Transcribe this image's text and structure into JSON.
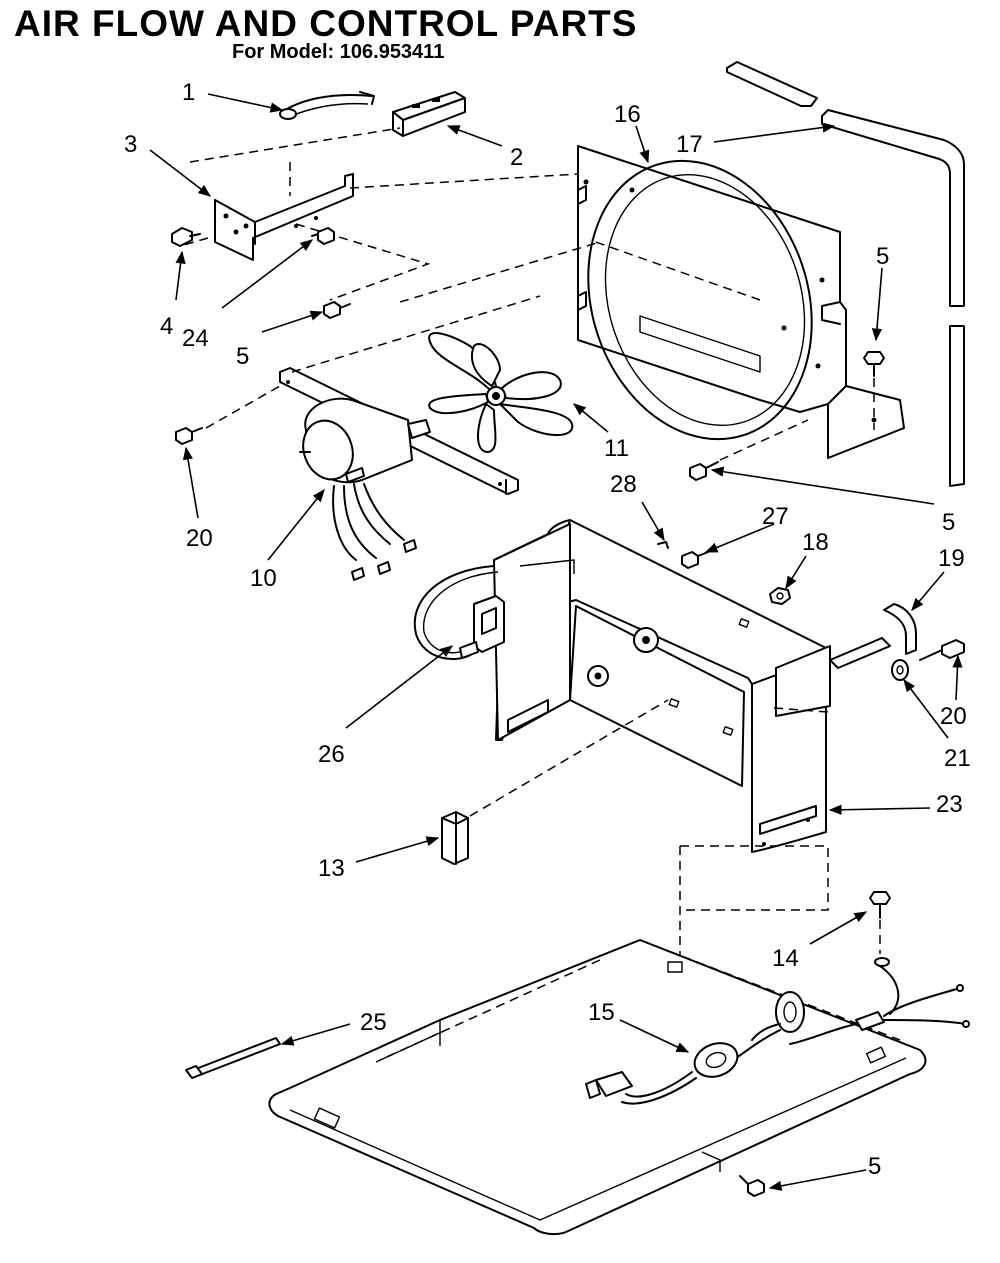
{
  "header": {
    "title": "AIR FLOW AND CONTROL PARTS",
    "subtitle": "For Model: 106.953411"
  },
  "callouts": [
    {
      "part": "1",
      "label": "1"
    },
    {
      "part": "2",
      "label": "2"
    },
    {
      "part": "3",
      "label": "3"
    },
    {
      "part": "4",
      "label": "4"
    },
    {
      "part": "24",
      "label": "24"
    },
    {
      "part": "5-a",
      "label": "5"
    },
    {
      "part": "16",
      "label": "16"
    },
    {
      "part": "17",
      "label": "17"
    },
    {
      "part": "5-b",
      "label": "5"
    },
    {
      "part": "11",
      "label": "11"
    },
    {
      "part": "20-a",
      "label": "20"
    },
    {
      "part": "10",
      "label": "10"
    },
    {
      "part": "28",
      "label": "28"
    },
    {
      "part": "27",
      "label": "27"
    },
    {
      "part": "5-c",
      "label": "5"
    },
    {
      "part": "18",
      "label": "18"
    },
    {
      "part": "19",
      "label": "19"
    },
    {
      "part": "20-b",
      "label": "20"
    },
    {
      "part": "21",
      "label": "21"
    },
    {
      "part": "26",
      "label": "26"
    },
    {
      "part": "23",
      "label": "23"
    },
    {
      "part": "13",
      "label": "13"
    },
    {
      "part": "14",
      "label": "14"
    },
    {
      "part": "25",
      "label": "25"
    },
    {
      "part": "15",
      "label": "15"
    },
    {
      "part": "5-d",
      "label": "5"
    }
  ]
}
